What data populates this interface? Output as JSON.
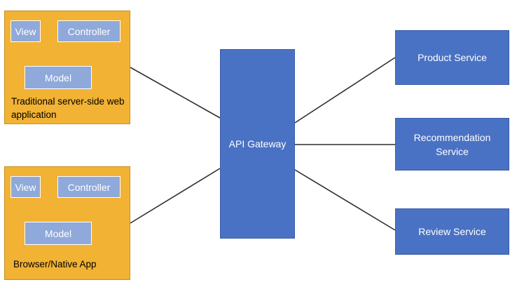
{
  "diagram": {
    "clients": [
      {
        "view_label": "View",
        "controller_label": "Controller",
        "model_label": "Model",
        "caption": "Traditional server-side web application"
      },
      {
        "view_label": "View",
        "controller_label": "Controller",
        "model_label": "Model",
        "caption": "Browser/Native App"
      }
    ],
    "gateway_label": "API Gateway",
    "services": [
      {
        "label": "Product Service"
      },
      {
        "label": "Recommendation Service"
      },
      {
        "label": "Review Service"
      }
    ],
    "colors": {
      "client_fill": "#f2b233",
      "mvc_fill": "#8fa9da",
      "gateway_fill": "#4a72c4",
      "service_fill": "#4a72c4",
      "connector": "#2e2e2e",
      "mvc_arrow": "#4a6fb8"
    }
  }
}
